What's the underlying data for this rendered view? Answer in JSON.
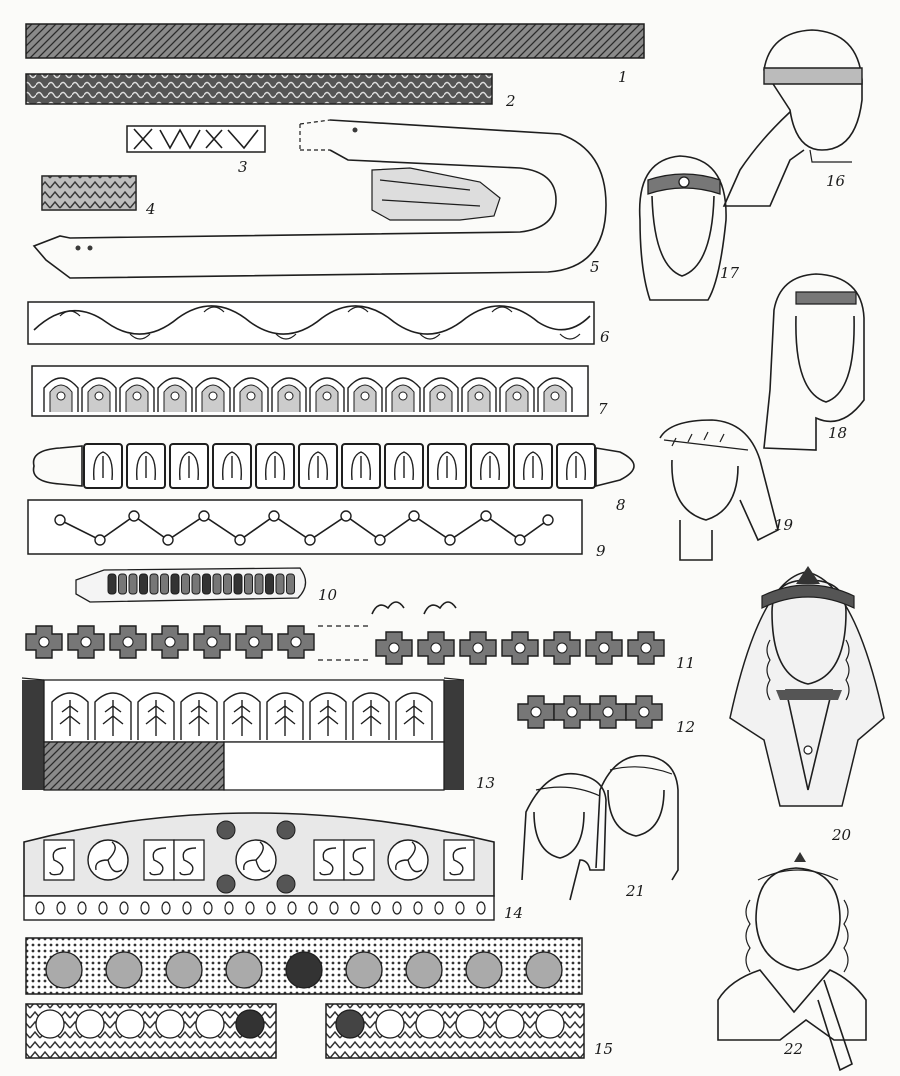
{
  "figure": {
    "labels": [
      "1",
      "2",
      "3",
      "4",
      "5",
      "6",
      "7",
      "8",
      "9",
      "10",
      "11",
      "12",
      "13",
      "14",
      "15",
      "16",
      "17",
      "18",
      "19",
      "20",
      "21",
      "22"
    ]
  },
  "icons": {
    "band_patterns": [
      "woven-band",
      "braided-band",
      "cross-ornament",
      "chevron-band",
      "leather-strap",
      "vine-ornament",
      "arcade-plaques",
      "rectangular-plaques",
      "zigzag-beads",
      "bead-row",
      "cross-links",
      "cross-links-short",
      "arcade-panel",
      "crescent-diadem",
      "medallion-bands"
    ],
    "heads": [
      "head-band-cap",
      "head-diadem",
      "head-hood",
      "head-hood-beaded",
      "head-crowned-veil",
      "head-two-caps",
      "head-crowned-curls"
    ]
  },
  "colors": {
    "ink": "#1e1e1e",
    "paper": "#fbfbf9",
    "shade": "#6a6a6a"
  }
}
